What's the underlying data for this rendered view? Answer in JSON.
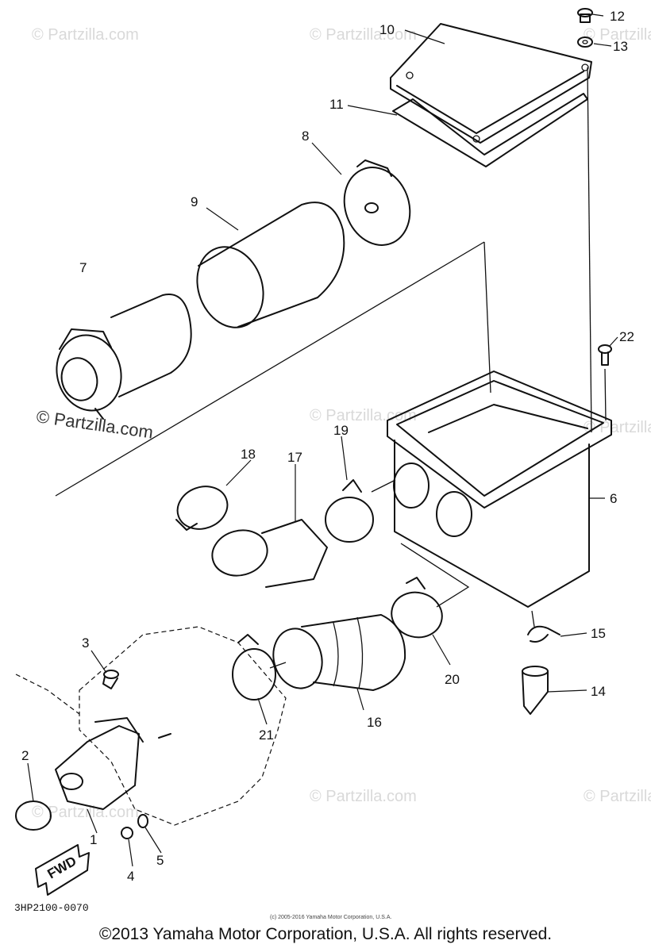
{
  "diagram": {
    "part_numbers": [
      "1",
      "2",
      "3",
      "4",
      "5",
      "6",
      "7",
      "8",
      "9",
      "10",
      "11",
      "12",
      "13",
      "14",
      "15",
      "16",
      "17",
      "18",
      "19",
      "20",
      "21",
      "22"
    ],
    "fwd_label": "FWD",
    "drawing_code": "3HP2100-0070",
    "small_copyright": "(c) 2005-2016 Yamaha Motor Corporation, U.S.A.",
    "watermarks": [
      "© Partzilla.com",
      "© Partzilla.com",
      "© Partzilla.com",
      "© Partzilla.com",
      "© Partzilla.com",
      "© Partzilla.com",
      "© Partzilla.com",
      "© Partzilla.com"
    ],
    "featured_watermark": "© Partzilla.com"
  },
  "footer": {
    "copyright": "©2013 Yamaha Motor Corporation, U.S.A. All rights reserved."
  }
}
